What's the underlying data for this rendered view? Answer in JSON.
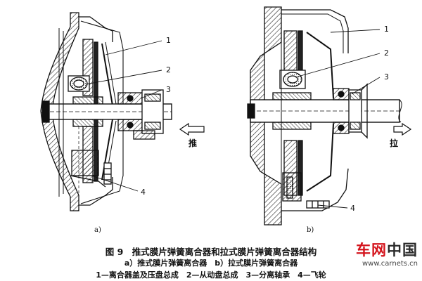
{
  "figure": {
    "left_diagram": {
      "sublabel": "a)",
      "direction_label": "推",
      "callouts": [
        "1",
        "2",
        "3",
        "4"
      ]
    },
    "right_diagram": {
      "sublabel": "b)",
      "direction_label": "拉",
      "callouts": [
        "1",
        "2",
        "3",
        "4"
      ]
    }
  },
  "caption": {
    "title": "图 9　推式膜片弹簧离合器和拉式膜片弹簧离合器结构",
    "subtitle": "a）推式膜片弹簧离合器　b）拉式膜片弹簧离合器",
    "parts": "1—离合器盖及压盘总成　2—从动盘总成　3—分离轴承　4—飞轮"
  },
  "watermark": {
    "logo_prefix": "车网",
    "logo_suffix": "中国",
    "url": "www.carnets.cn"
  },
  "colors": {
    "line": "#111111",
    "hatch": "#333333",
    "brand_red": "#d4141c"
  }
}
